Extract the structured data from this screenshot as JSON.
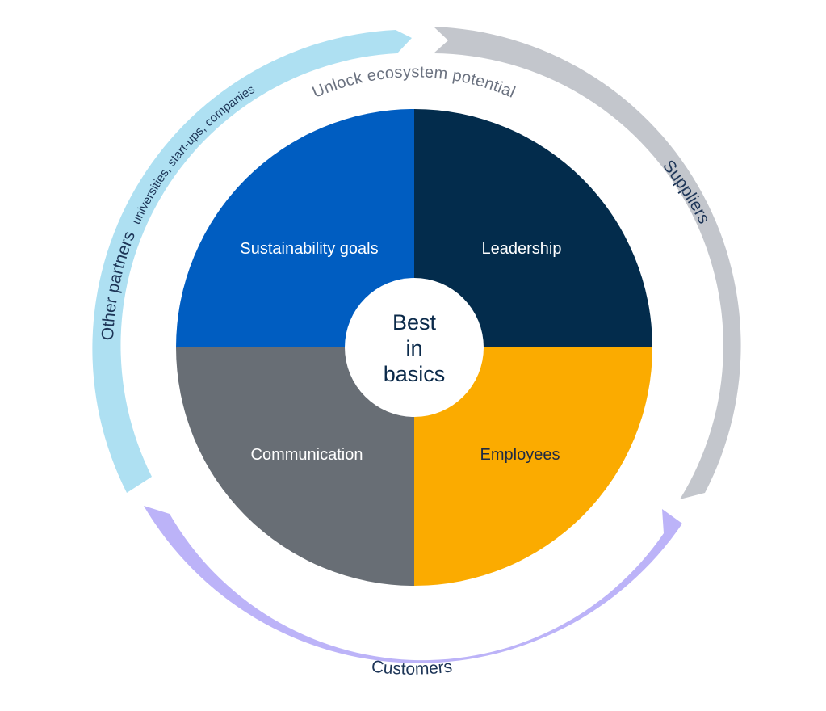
{
  "diagram": {
    "arc_title": "Unlock ecosystem potential",
    "center": {
      "lines": [
        "Best",
        "in",
        "basics"
      ]
    },
    "quadrants": [
      {
        "id": "sustainability",
        "label": "Sustainability goals",
        "color": "#005dc1"
      },
      {
        "id": "leadership",
        "label": "Leadership",
        "color": "#032c4c"
      },
      {
        "id": "communication",
        "label": "Communication",
        "color": "#686e75"
      },
      {
        "id": "employees",
        "label": "Employees",
        "color": "#fbab00"
      }
    ],
    "ring": {
      "other_partners": {
        "label": "Other partners",
        "sublabel": "universities, start-ups, companies",
        "color": "#aee0f2"
      },
      "suppliers": {
        "label": "Suppliers",
        "color": "#c3c6cc"
      },
      "customers": {
        "label": "Customers",
        "color": "#bcb3f8"
      }
    }
  }
}
